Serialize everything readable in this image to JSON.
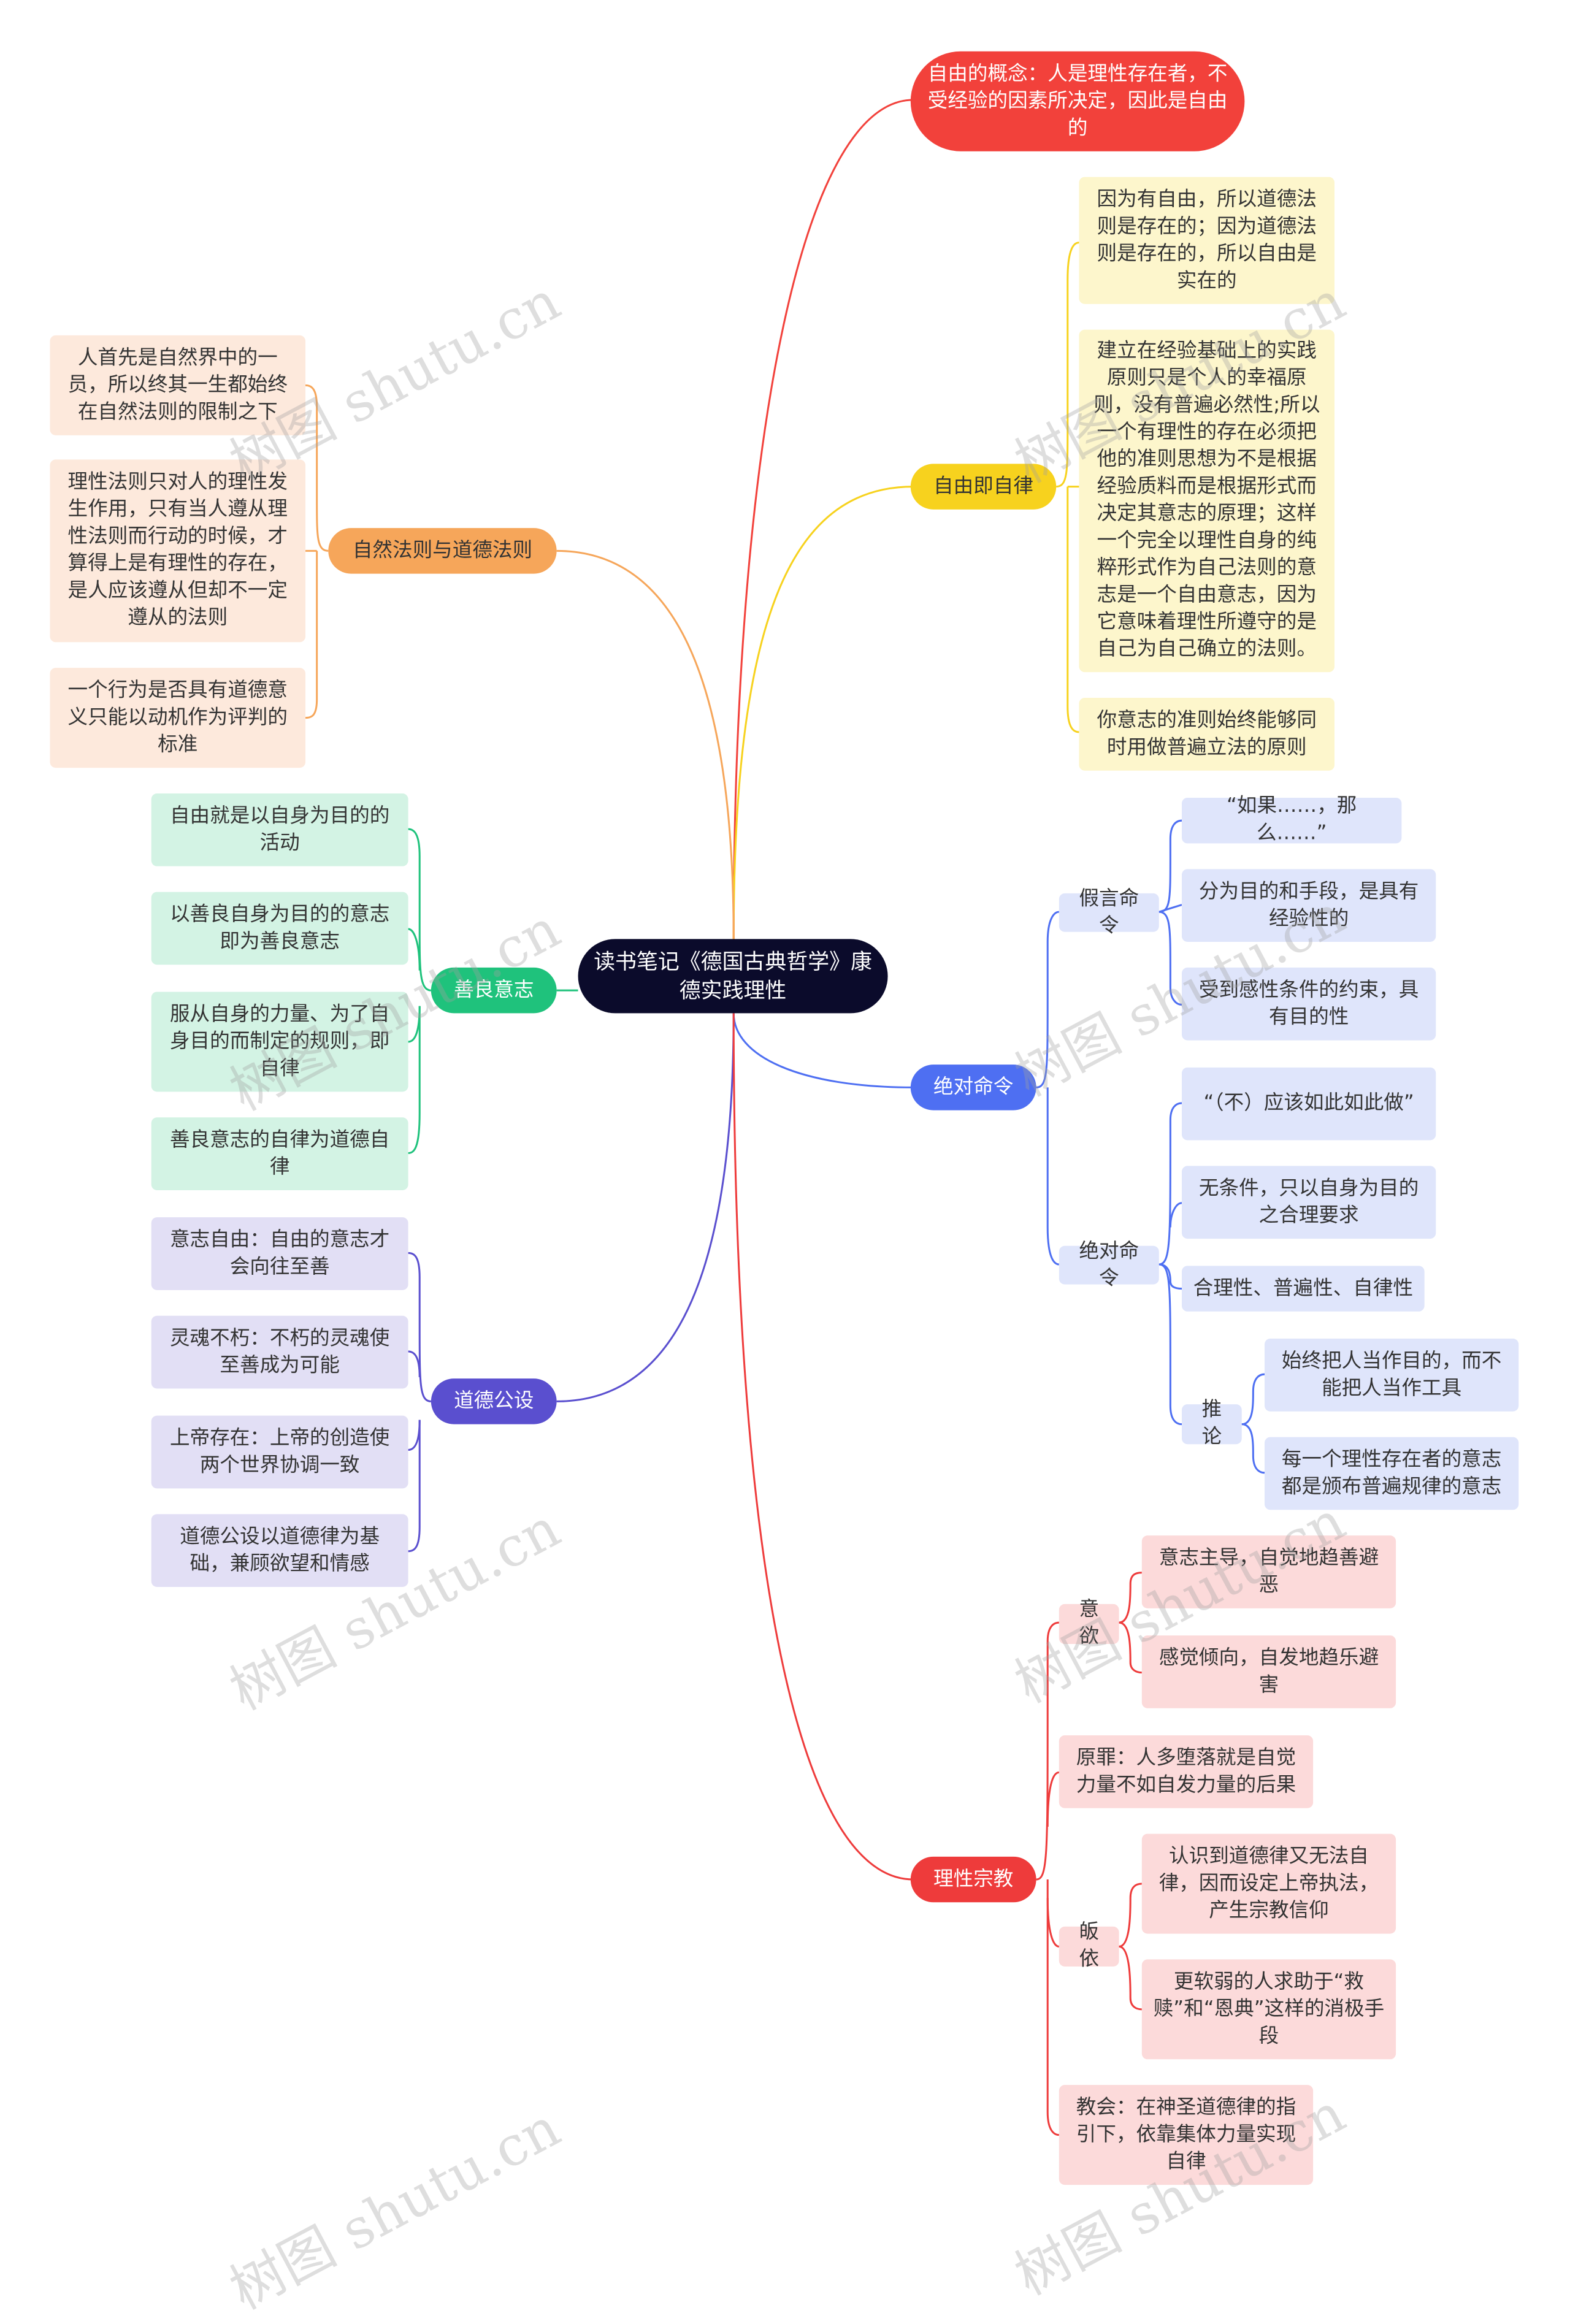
{
  "colors": {
    "root": "#0b0b2b",
    "red": "#f2413b",
    "yellow": "#f7d21e",
    "orange": "#f6a65a",
    "green": "#1fc27c",
    "blue": "#4e6ff2",
    "purple": "#5a4fcf",
    "rose": "#ee3b3b"
  },
  "root": "读书笔记《德国古典哲学》康德实践理性",
  "freedom_concept": "自由的概念：人是理性存在者，不受经验的因素所决定，因此是自由的",
  "autonomy": {
    "label": "自由即自律",
    "items": [
      "因为有自由，所以道德法则是存在的；因为道德法则是存在的，所以自由是实在的",
      "建立在经验基础上的实践原则只是个人的幸福原则，没有普遍必然性;所以一个有理性的存在必须把他的准则思想为不是根据经验质料而是根据形式而决定其意志的原理；这样一个完全以理性自身的纯粹形式作为自己法则的意志是一个自由意志，因为它意味着理性所遵守的是自己为自己确立的法则。",
      "你意志的准则始终能够同时用做普遍立法的原则"
    ]
  },
  "natural_law": {
    "label": "自然法则与道德法则",
    "items": [
      "人首先是自然界中的一员，所以终其一生都始终在自然法则的限制之下",
      "理性法则只对人的理性发生作用，只有当人遵从理性法则而行动的时候，才算得上是有理性的存在，是人应该遵从但却不一定遵从的法则",
      "一个行为是否具有道德意义只能以动机作为评判的标准"
    ]
  },
  "good_will": {
    "label": "善良意志",
    "items": [
      "自由就是以自身为目的的活动",
      "以善良自身为目的的意志即为善良意志",
      "服从自身的力量、为了自身目的而制定的规则，即自律",
      "善良意志的自律为道德自律"
    ]
  },
  "postulates": {
    "label": "道德公设",
    "items": [
      "意志自由：自由的意志才会向往至善",
      "灵魂不朽：不朽的灵魂使至善成为可能",
      "上帝存在：上帝的创造使两个世界协调一致",
      "道德公设以道德律为基础，兼顾欲望和情感"
    ]
  },
  "imperative": {
    "label": "绝对命令",
    "hypothetical": {
      "label": "假言命令",
      "items": [
        "“如果……，那么……”",
        "分为目的和手段，是具有经验性的",
        "受到感性条件的约束，具有目的性"
      ]
    },
    "categorical": {
      "label": "绝对命令",
      "items": [
        "“（不）应该如此如此做”",
        "无条件，只以自身为目的之合理要求",
        "合理性、普遍性、自律性"
      ],
      "corollary": {
        "label": "推论",
        "items": [
          "始终把人当作目的，而不能把人当作工具",
          "每一个理性存在者的意志都是颁布普遍规律的意志"
        ]
      }
    }
  },
  "religion": {
    "label": "理性宗教",
    "desire": {
      "label": "意欲",
      "items": [
        "意志主导，自觉地趋善避恶",
        "感觉倾向，自发地趋乐避害"
      ]
    },
    "sin": "原罪：人多堕落就是自觉力量不如自发力量的后果",
    "conversion": {
      "label": "皈依",
      "items": [
        "认识到道德律又无法自律，因而设定上帝执法，产生宗教信仰",
        "更软弱的人求助于“救赎”和“恩典”这样的消极手段"
      ]
    },
    "church": "教会：在神圣道德律的指引下，依靠集体力量实现自律"
  },
  "watermark": "树图 shutu.cn"
}
